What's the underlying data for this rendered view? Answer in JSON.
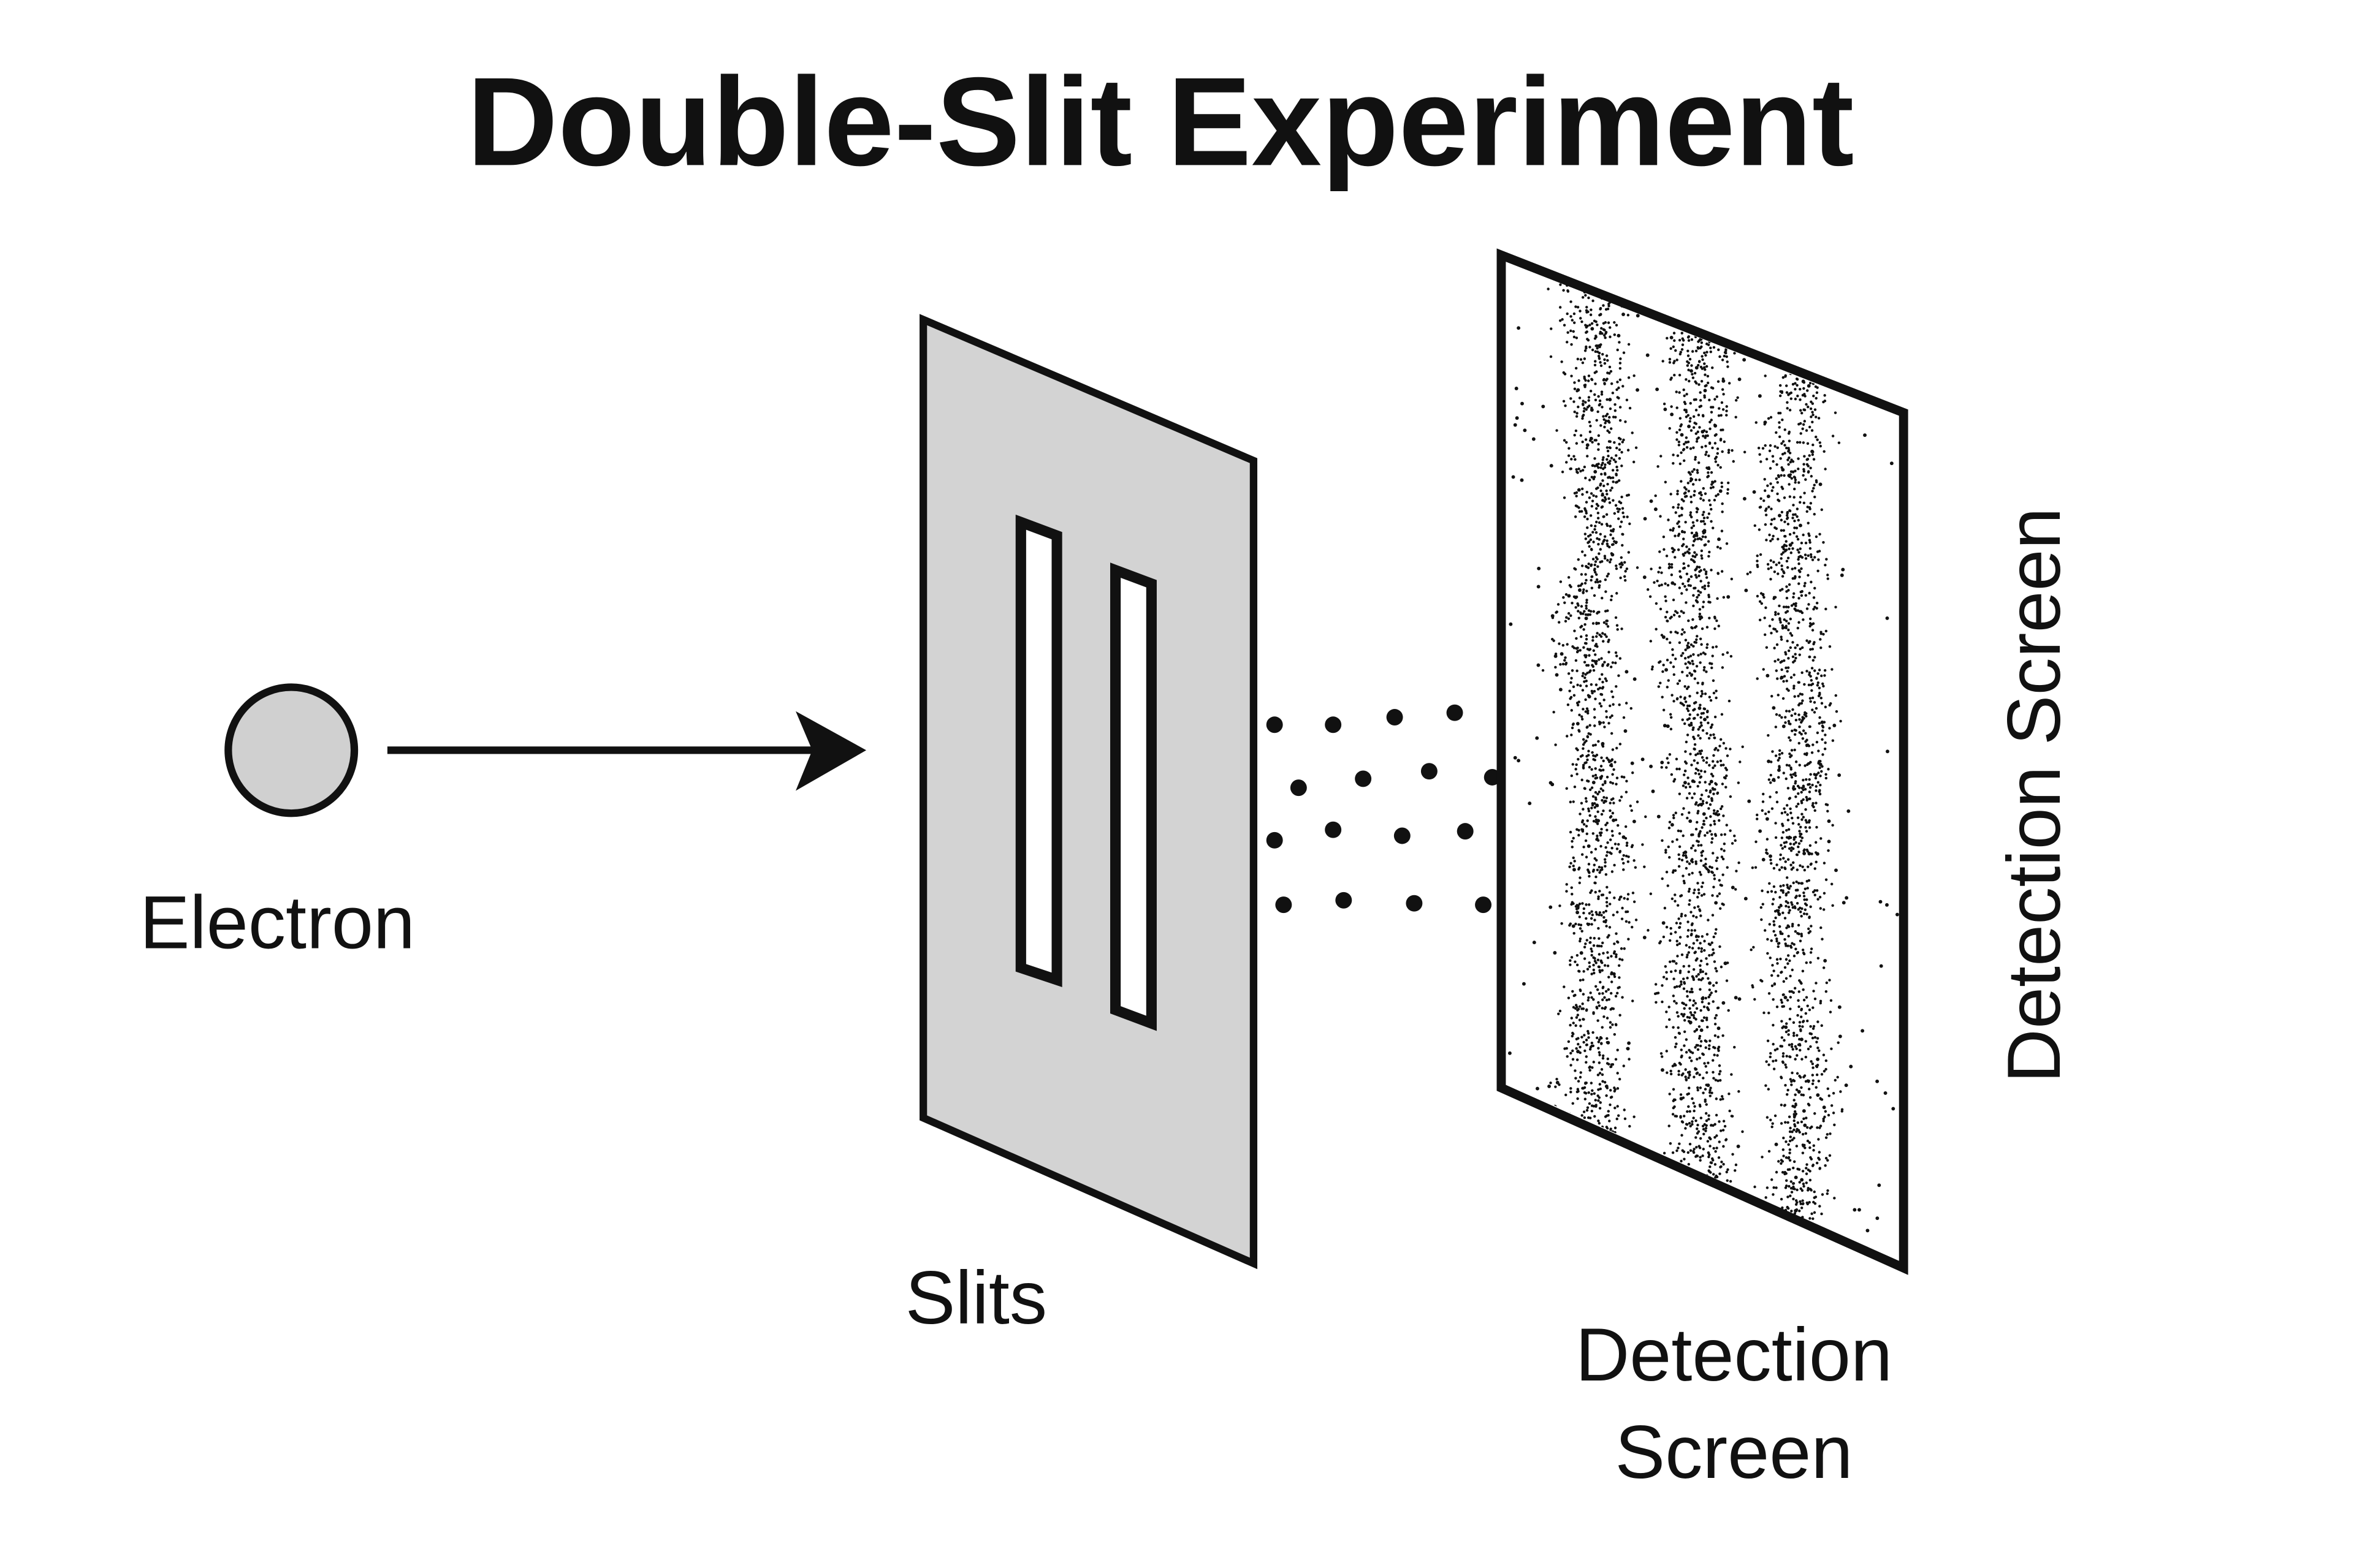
{
  "title": "Double-Slit Experiment",
  "labels": {
    "electron": "Electron",
    "slits": "Slits",
    "screen_vertical": "Detection Screen",
    "screen_line1": "Detection",
    "screen_line2": "Screen"
  },
  "colors": {
    "ink": "#111111",
    "plate": "#d3d3d3",
    "electron": "#d0d0d0",
    "background": "#ffffff"
  }
}
